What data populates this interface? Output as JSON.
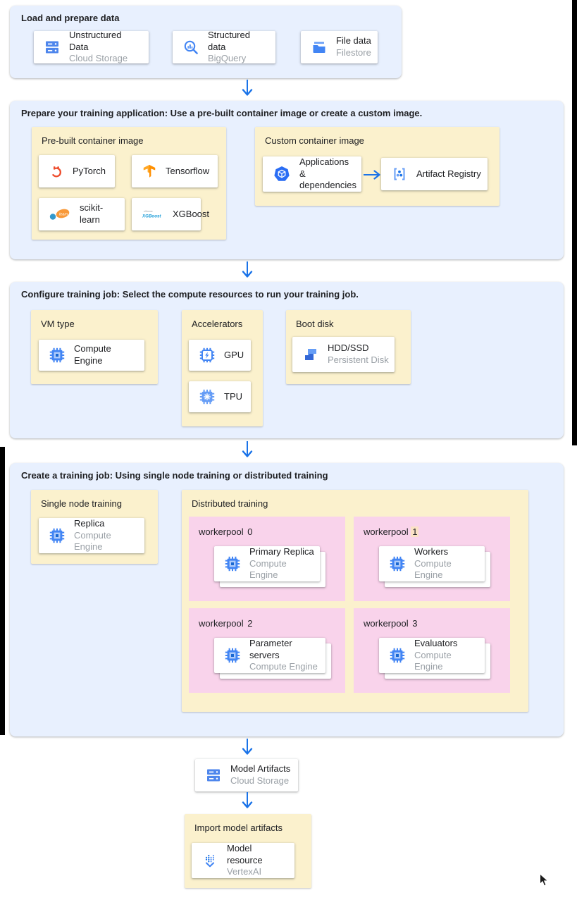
{
  "colors": {
    "section_bg": "#e8f0fe",
    "panel_bg": "#fbf1cd",
    "workerpool_bg": "#f9d3eb",
    "arrow_blue": "#1a73e8",
    "number_highlight": "#fbe2c5"
  },
  "load": {
    "title": "Load and prepare data",
    "cards": [
      {
        "title": "Unstructured Data",
        "subtitle": "Cloud Storage",
        "icon": "cloud-storage-icon"
      },
      {
        "title": "Structured data",
        "subtitle": "BigQuery",
        "icon": "bigquery-icon"
      },
      {
        "title": "File data",
        "subtitle": "Filestore",
        "icon": "filestore-icon"
      }
    ]
  },
  "prepare": {
    "title": "Prepare your training application: Use a pre-built container image or create a custom image.",
    "prebuilt": {
      "title": "Pre-built container image",
      "cards": [
        {
          "label": "PyTorch",
          "icon": "pytorch-icon"
        },
        {
          "label": "Tensorflow",
          "icon": "tensorflow-icon"
        },
        {
          "label": "scikit-learn",
          "icon": "scikit-learn-icon"
        },
        {
          "label": "XGBoost",
          "icon": "xgboost-icon"
        }
      ]
    },
    "custom": {
      "title": "Custom container image",
      "source": {
        "label": "Applications & dependencies",
        "icon": "package-icon"
      },
      "target": {
        "label": "Artifact Registry",
        "icon": "artifact-registry-icon"
      }
    }
  },
  "configure": {
    "title": "Configure training job: Select the compute resources to run your training job.",
    "vm": {
      "title": "VM type",
      "card": {
        "label": "Compute Engine",
        "icon": "compute-engine-icon"
      }
    },
    "accelerators": {
      "title": "Accelerators",
      "cards": [
        {
          "label": "GPU",
          "icon": "gpu-icon"
        },
        {
          "label": "TPU",
          "icon": "tpu-icon"
        }
      ]
    },
    "boot": {
      "title": "Boot disk",
      "card": {
        "title": "HDD/SSD",
        "subtitle": "Persistent Disk",
        "icon": "persistent-disk-icon"
      }
    }
  },
  "create": {
    "title": "Create a training job: Using single node training or distributed training",
    "single": {
      "title": "Single node training",
      "card": {
        "title": "Replica",
        "subtitle": "Compute Engine",
        "icon": "compute-engine-icon"
      }
    },
    "distributed": {
      "title": "Distributed training",
      "workerpools": [
        {
          "label": "workerpool",
          "number": "0",
          "card": {
            "title": "Primary Replica",
            "subtitle": "Compute Engine"
          }
        },
        {
          "label": "workerpool",
          "number": "1",
          "card": {
            "title": "Workers",
            "subtitle": "Compute Engine"
          }
        },
        {
          "label": "workerpool",
          "number": "2",
          "card": {
            "title": "Parameter servers",
            "subtitle": "Compute Engine"
          }
        },
        {
          "label": "workerpool",
          "number": "3",
          "card": {
            "title": "Evaluators",
            "subtitle": "Compute Engine"
          }
        }
      ]
    }
  },
  "artifacts": {
    "card": {
      "title": "Model Artifacts",
      "subtitle": "Cloud Storage",
      "icon": "cloud-storage-icon"
    }
  },
  "import_model": {
    "title": "Import model artifacts",
    "card": {
      "title": "Model resource",
      "subtitle": "VertexAI",
      "icon": "vertex-ai-icon"
    }
  },
  "logos": {
    "sklearn_script": "learn",
    "xgboost_top": "eXtreme",
    "xgboost_main": "XGBoost"
  }
}
